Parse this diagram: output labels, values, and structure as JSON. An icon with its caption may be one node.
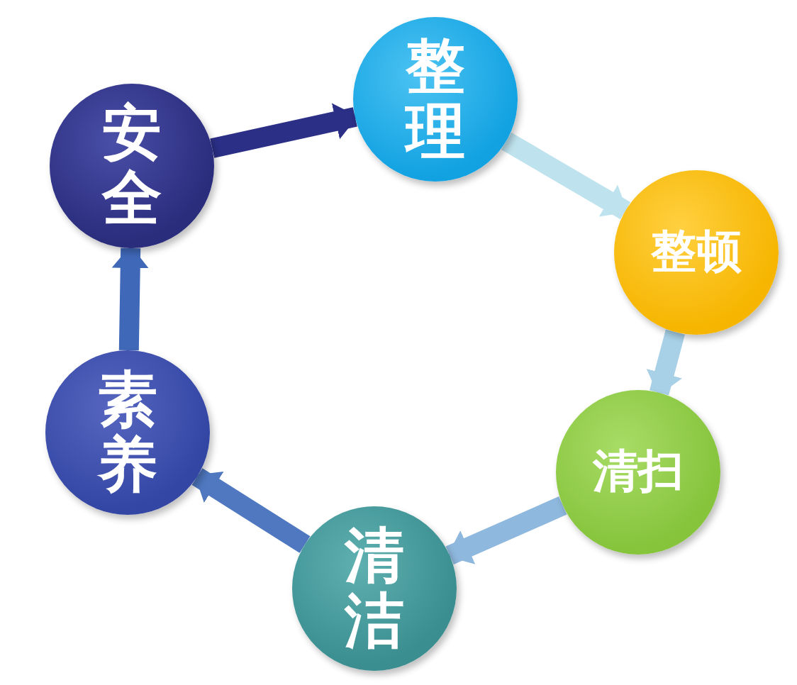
{
  "diagram": {
    "nodes": [
      {
        "text": [
          "安全"
        ]
      },
      {
        "text": [
          "整理"
        ]
      },
      {
        "text": [
          "整顿"
        ]
      },
      {
        "text": [
          "清扫"
        ]
      },
      {
        "text": [
          "清洁"
        ]
      },
      {
        "text": [
          "素养"
        ]
      }
    ],
    "edges": [
      {
        "from": 0,
        "to": 1,
        "arrow": "to",
        "color": "#2b2f86"
      },
      {
        "from": 1,
        "to": 2,
        "arrow": "to",
        "color": "#bfe3ee"
      },
      {
        "from": 2,
        "to": 3,
        "arrow": "to",
        "color": "#a8d0e6"
      },
      {
        "from": 3,
        "to": 4,
        "arrow": "to",
        "color": "#8fb8de"
      },
      {
        "from": 4,
        "to": 5,
        "arrow": "to",
        "color": "#4f78c0"
      },
      {
        "from": 5,
        "to": 0,
        "arrow": "to",
        "color": "#3f68b8"
      }
    ]
  }
}
